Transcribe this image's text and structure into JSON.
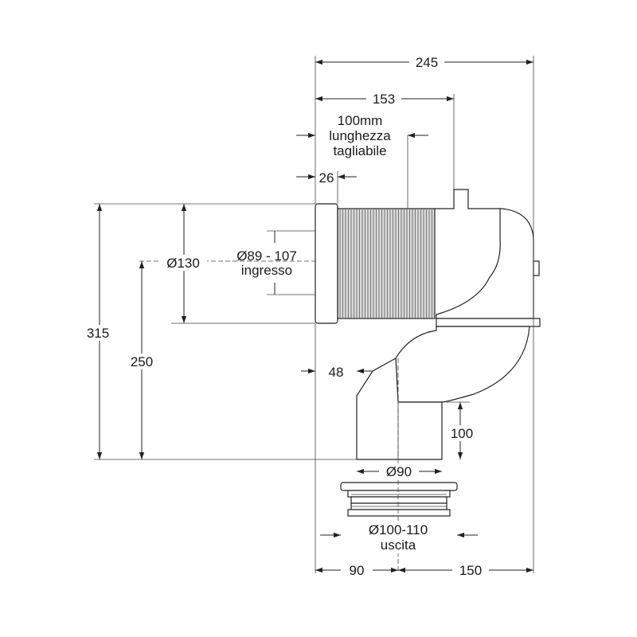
{
  "diagram": {
    "overall_width": "245",
    "width_to_outlet_collar": "153",
    "cuttable_length_line1": "100mm",
    "cuttable_length_line2": "lunghezza",
    "cuttable_length_line3": "tagliabile",
    "inlet_collar_length": "26",
    "inlet_outer_diameter": "Ø130",
    "inlet_diameter_line1": "Ø89 - 107",
    "inlet_diameter_line2": "ingresso",
    "total_height": "315",
    "inlet_axis_height": "250",
    "outlet_offset": "48",
    "outlet_spigot_height": "100",
    "outlet_diameter": "Ø90",
    "outlet_seal_line1": "Ø100-110",
    "outlet_seal_line2": "uscita",
    "bottom_left_dim": "90",
    "bottom_right_dim": "150"
  }
}
